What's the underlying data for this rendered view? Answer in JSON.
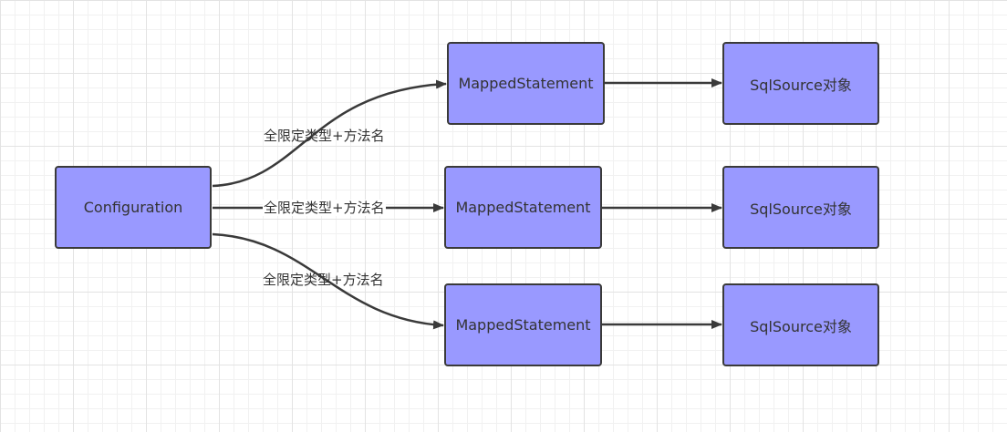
{
  "diagram": {
    "source_node": "Configuration",
    "statements": [
      "MappedStatement",
      "MappedStatement",
      "MappedStatement"
    ],
    "sources": [
      "SqlSource对象",
      "SqlSource对象",
      "SqlSource对象"
    ],
    "edge_labels": [
      "全限定类型+方法名",
      "全限定类型+方法名",
      "全限定类型+方法名"
    ]
  },
  "colors": {
    "node_fill": "#9999ff",
    "node_border": "#3a3a3a",
    "edge": "#3a3a3a"
  }
}
